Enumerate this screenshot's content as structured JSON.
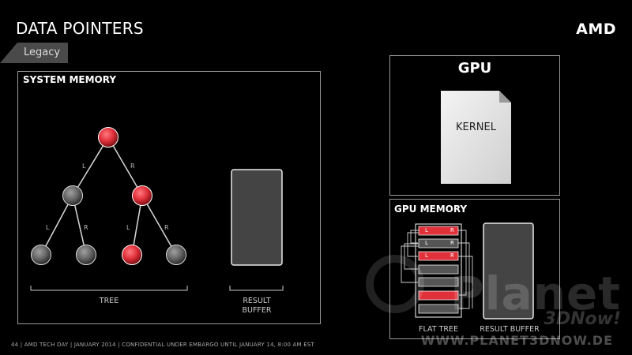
{
  "header": {
    "title": "DATA POINTERS",
    "subtitle": "Legacy",
    "logo": "AMD"
  },
  "system_memory": {
    "label": "SYSTEM MEMORY",
    "tree_label": "TREE",
    "result_label_line1": "RESULT",
    "result_label_line2": "BUFFER",
    "edge_left": "L",
    "edge_right": "R"
  },
  "gpu": {
    "label": "GPU",
    "kernel_label": "KERNEL"
  },
  "gpu_memory": {
    "label": "GPU MEMORY",
    "flat_tree_label": "FLAT TREE",
    "result_buffer_label": "RESULT BUFFER",
    "cell_left": "L",
    "cell_right": "R"
  },
  "footer": {
    "text": "44  |  AMD TECH DAY  |  JANUARY 2014  |  CONFIDENTIAL UNDER EMBARGO UNTIL JANUARY 14, 8:00 AM EST"
  },
  "watermark": {
    "line1": "Planet",
    "line2": "3DNow!",
    "line3": "WWW.PLANET3DNOW.DE"
  },
  "colors": {
    "node_red": "#e0303a",
    "node_grey": "#6a6a6a",
    "panel_border": "#9a9a9a",
    "buffer_fill": "#444444"
  }
}
